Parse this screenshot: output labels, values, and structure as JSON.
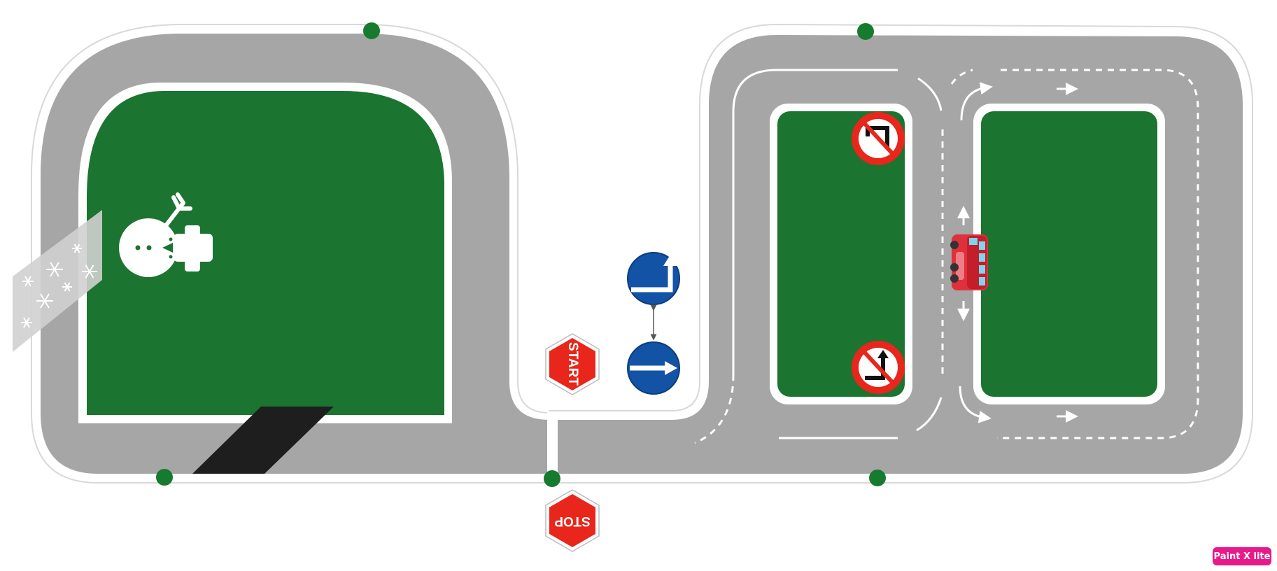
{
  "board": {
    "road_color": "#a6a6a6",
    "grass_color": "#1b7430",
    "marker_color": "#167a2f",
    "sign_red": "#e8261b",
    "sign_blue": "#1253a6"
  },
  "signs": {
    "start_label": "START",
    "stop_label": "STOP"
  },
  "icons": [
    "snowman-icon",
    "snowflake-icon",
    "no-u-turn-icon",
    "no-left-turn-icon",
    "turn-then-straight-icon",
    "straight-right-icon",
    "bus-icon"
  ],
  "watermark": {
    "label": "Paint X lite",
    "color": "#e8198b"
  }
}
